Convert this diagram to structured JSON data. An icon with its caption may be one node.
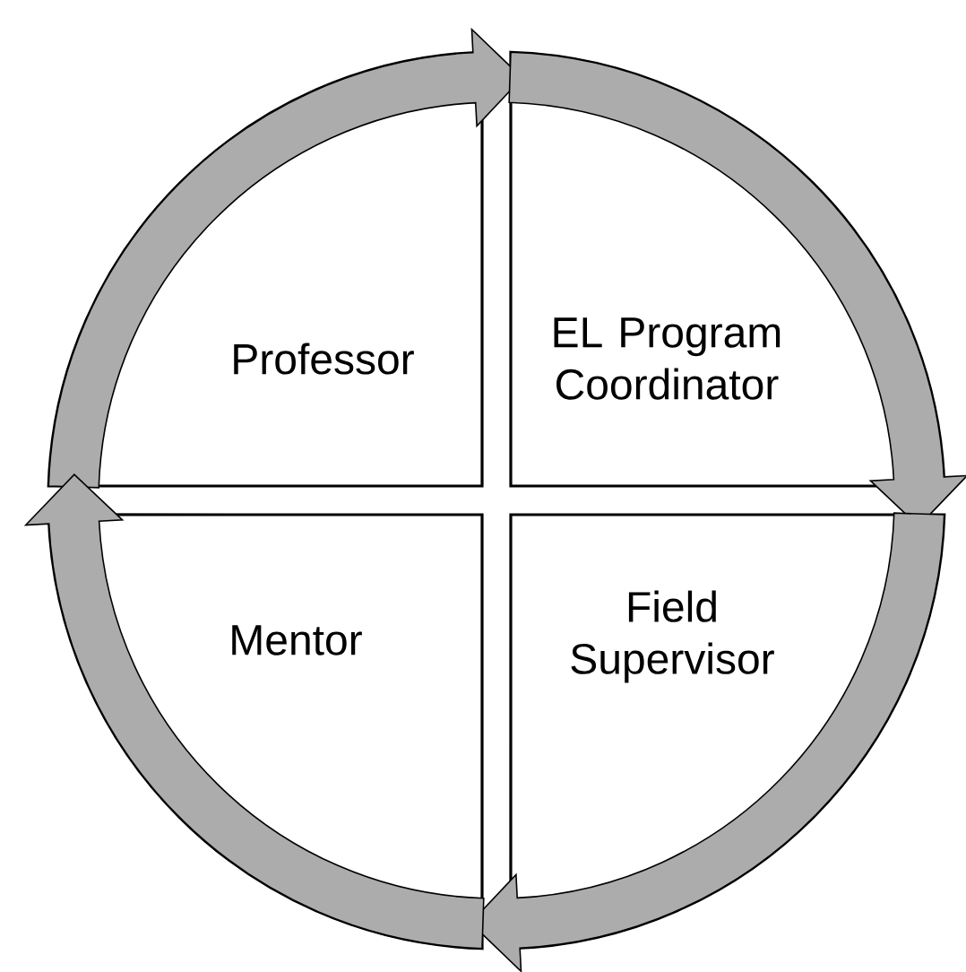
{
  "diagram": {
    "nodes": [
      {
        "text": [
          "Professor"
        ]
      },
      {
        "text": [
          "EL Program Coordinator"
        ]
      },
      {
        "text": [
          "Mentor"
        ]
      },
      {
        "text": [
          "Field Supervisor"
        ]
      }
    ],
    "edges": [
      {
        "from": 0,
        "to": 1,
        "arrow": "to"
      },
      {
        "from": 1,
        "to": 3,
        "arrow": "to"
      },
      {
        "from": 3,
        "to": 2,
        "arrow": "to"
      },
      {
        "from": 2,
        "to": 0,
        "arrow": "to"
      }
    ]
  }
}
